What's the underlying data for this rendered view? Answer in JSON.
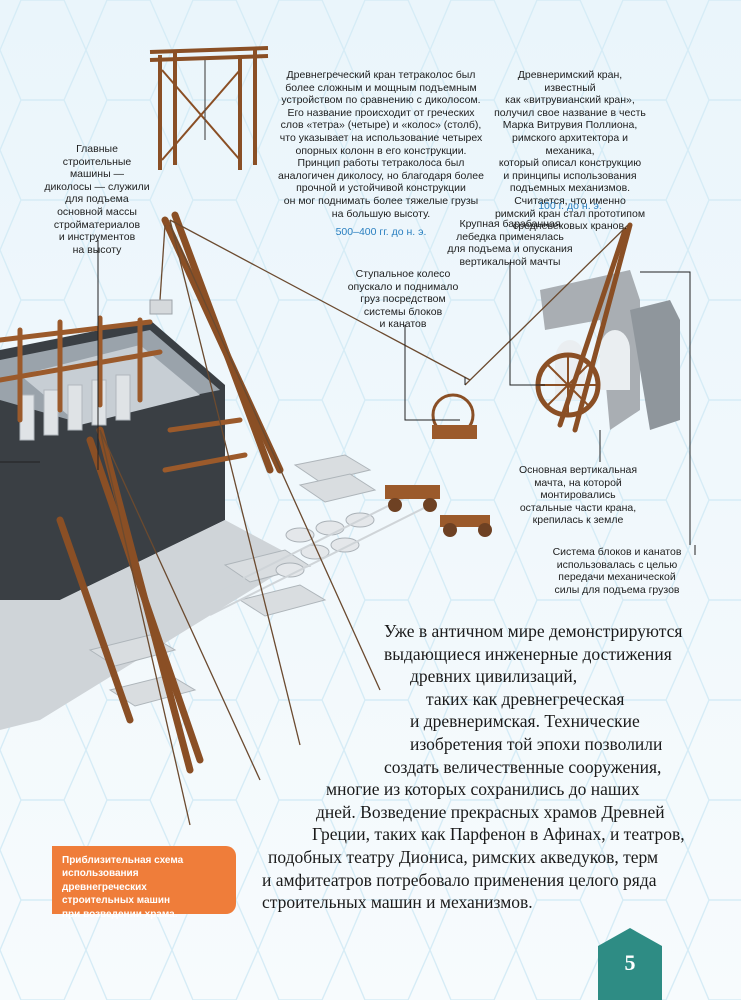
{
  "tetrakolos": {
    "lines": [
      "Древнегреческий кран тетраколос был",
      "более сложным и мощным подъемным",
      "устройством по сравнению с диколосом.",
      "Его название происходит от греческих",
      "слов «тетра» (четыре) и «колос» (столб),",
      "что указывает на использование четырех",
      "опорных колонн в его конструкции.",
      "Принцип работы тетраколоса был",
      "аналогичен диколосу, но благодаря более",
      "прочной и устойчивой конструкции",
      "он мог поднимать более тяжелые грузы",
      "на большую высоту."
    ],
    "date": "500–400 гг. до н. э."
  },
  "vitruvian": {
    "lines": [
      "Древнеримский кран, известный",
      "как «витрувианский кран»,",
      "получил свое название в честь",
      "Марка Витрувия Поллиона,",
      "римского архитектора и механика,",
      "который описал конструкцию",
      "и принципы использования",
      "подъемных механизмов.",
      "Считается, что именно",
      "римский кран стал прототипом",
      "средневековых кранов."
    ],
    "date": "100 г. до н. э."
  },
  "dikolos": {
    "lines": [
      "Главные",
      "строительные",
      "машины —",
      "диколосы — служили",
      "для подъема",
      "основной массы",
      "стройматериалов",
      "и инструментов",
      "на высоту"
    ]
  },
  "winch": {
    "lines": [
      "Крупная барабанная",
      "лебедка применялась",
      "для подъема и опускания",
      "вертикальной мачты"
    ]
  },
  "treadwheel": {
    "lines": [
      "Ступальное колесо",
      "опускало и поднимало",
      "груз посредством",
      "системы блоков",
      "и канатов"
    ]
  },
  "mast": {
    "lines": [
      "Основная вертикальная",
      "мачта, на которой",
      "монтировались",
      "остальные части крана,",
      "крепилась к земле"
    ]
  },
  "pulleys": {
    "lines": [
      "Система блоков и канатов",
      "использовалась с целью",
      "передачи механической",
      "силы для подъема грузов"
    ]
  },
  "main_text": {
    "lines": [
      "Уже в античном мире демонстрируются",
      "выдающиеся инженерные достижения",
      "древних цивилизаций,",
      "таких как древнегреческая",
      "и древнеримская. Технические",
      "изобретения той эпохи позволили",
      "создать величественные сооружения,",
      "многие из которых сохранились до наших",
      "дней. Возведение прекрасных храмов Древней",
      "Греции, таких как Парфенон в Афинах, и театров,",
      "подобных театру Диониса, римских акведуков, терм",
      "и амфитеатров потребовало применения целого ряда",
      "строительных машин и механизмов."
    ]
  },
  "caption": {
    "lines": [
      "Приблизительная схема",
      "использования древнегреческих",
      "строительных машин",
      "при возведении храма."
    ]
  },
  "page_number": "5",
  "colors": {
    "accent_orange": "#ef7d3a",
    "date_blue": "#2a7fc0",
    "page_badge_teal": "#2e8c84",
    "hex_line": "#d6ecf6"
  }
}
